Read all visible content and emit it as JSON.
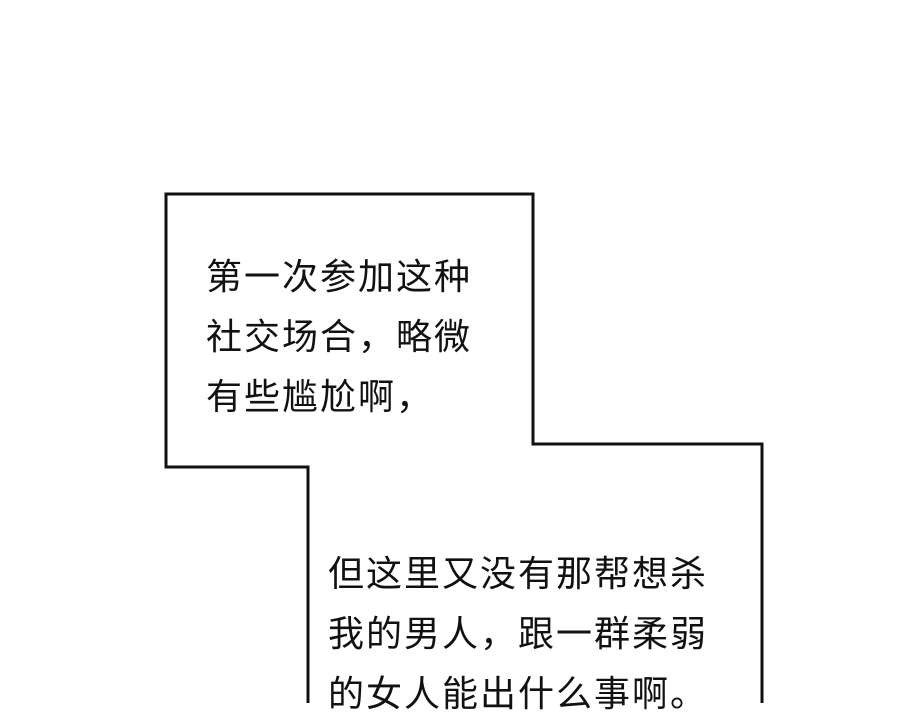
{
  "colors": {
    "background": "#ffffff",
    "outline": "#111111",
    "text": "#111111"
  },
  "captions": [
    {
      "lines": [
        "第一次参加这种",
        "社交场合，略微",
        "有些尴尬啊，"
      ]
    },
    {
      "lines": [
        "但这里又没有那帮想杀",
        "我的男人，跟一群柔弱",
        "的女人能出什么事啊。"
      ]
    }
  ]
}
